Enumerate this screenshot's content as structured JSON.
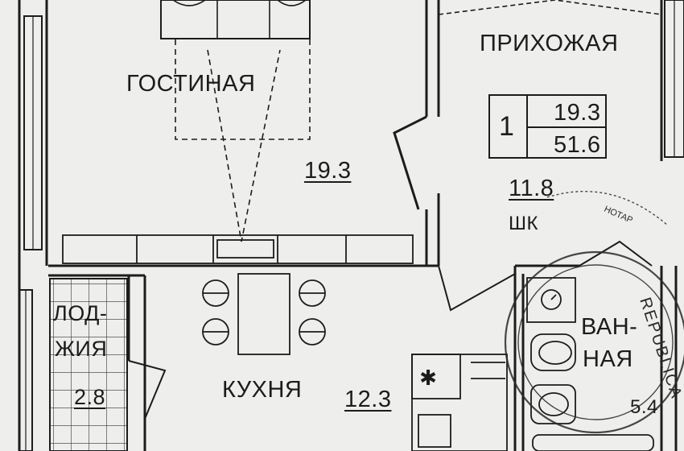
{
  "rooms": {
    "living": {
      "name": "ГОСТИНАЯ",
      "area": "19.3"
    },
    "hall": {
      "name": "ПРИХОЖАЯ",
      "area": "11.8"
    },
    "kitchen": {
      "name": "КУХНЯ",
      "area": "12.3"
    },
    "loggia": {
      "name_line1": "ЛОД-",
      "name_line2": "ЖИЯ",
      "area": "2.8"
    },
    "bath": {
      "name_line1": "ВАН-",
      "name_line2": "НАЯ",
      "area": "5.4"
    }
  },
  "apartment": {
    "rooms_count": "1",
    "living_area": "19.3",
    "total_area": "51.6"
  },
  "closet": {
    "label": "ШК"
  },
  "stamp": {
    "text": "REPUBLICA",
    "rim": "НОТАР"
  },
  "colors": {
    "paper": "#eeeeec",
    "ink": "#1c1c1c",
    "stamp": "#2a2a2a"
  }
}
